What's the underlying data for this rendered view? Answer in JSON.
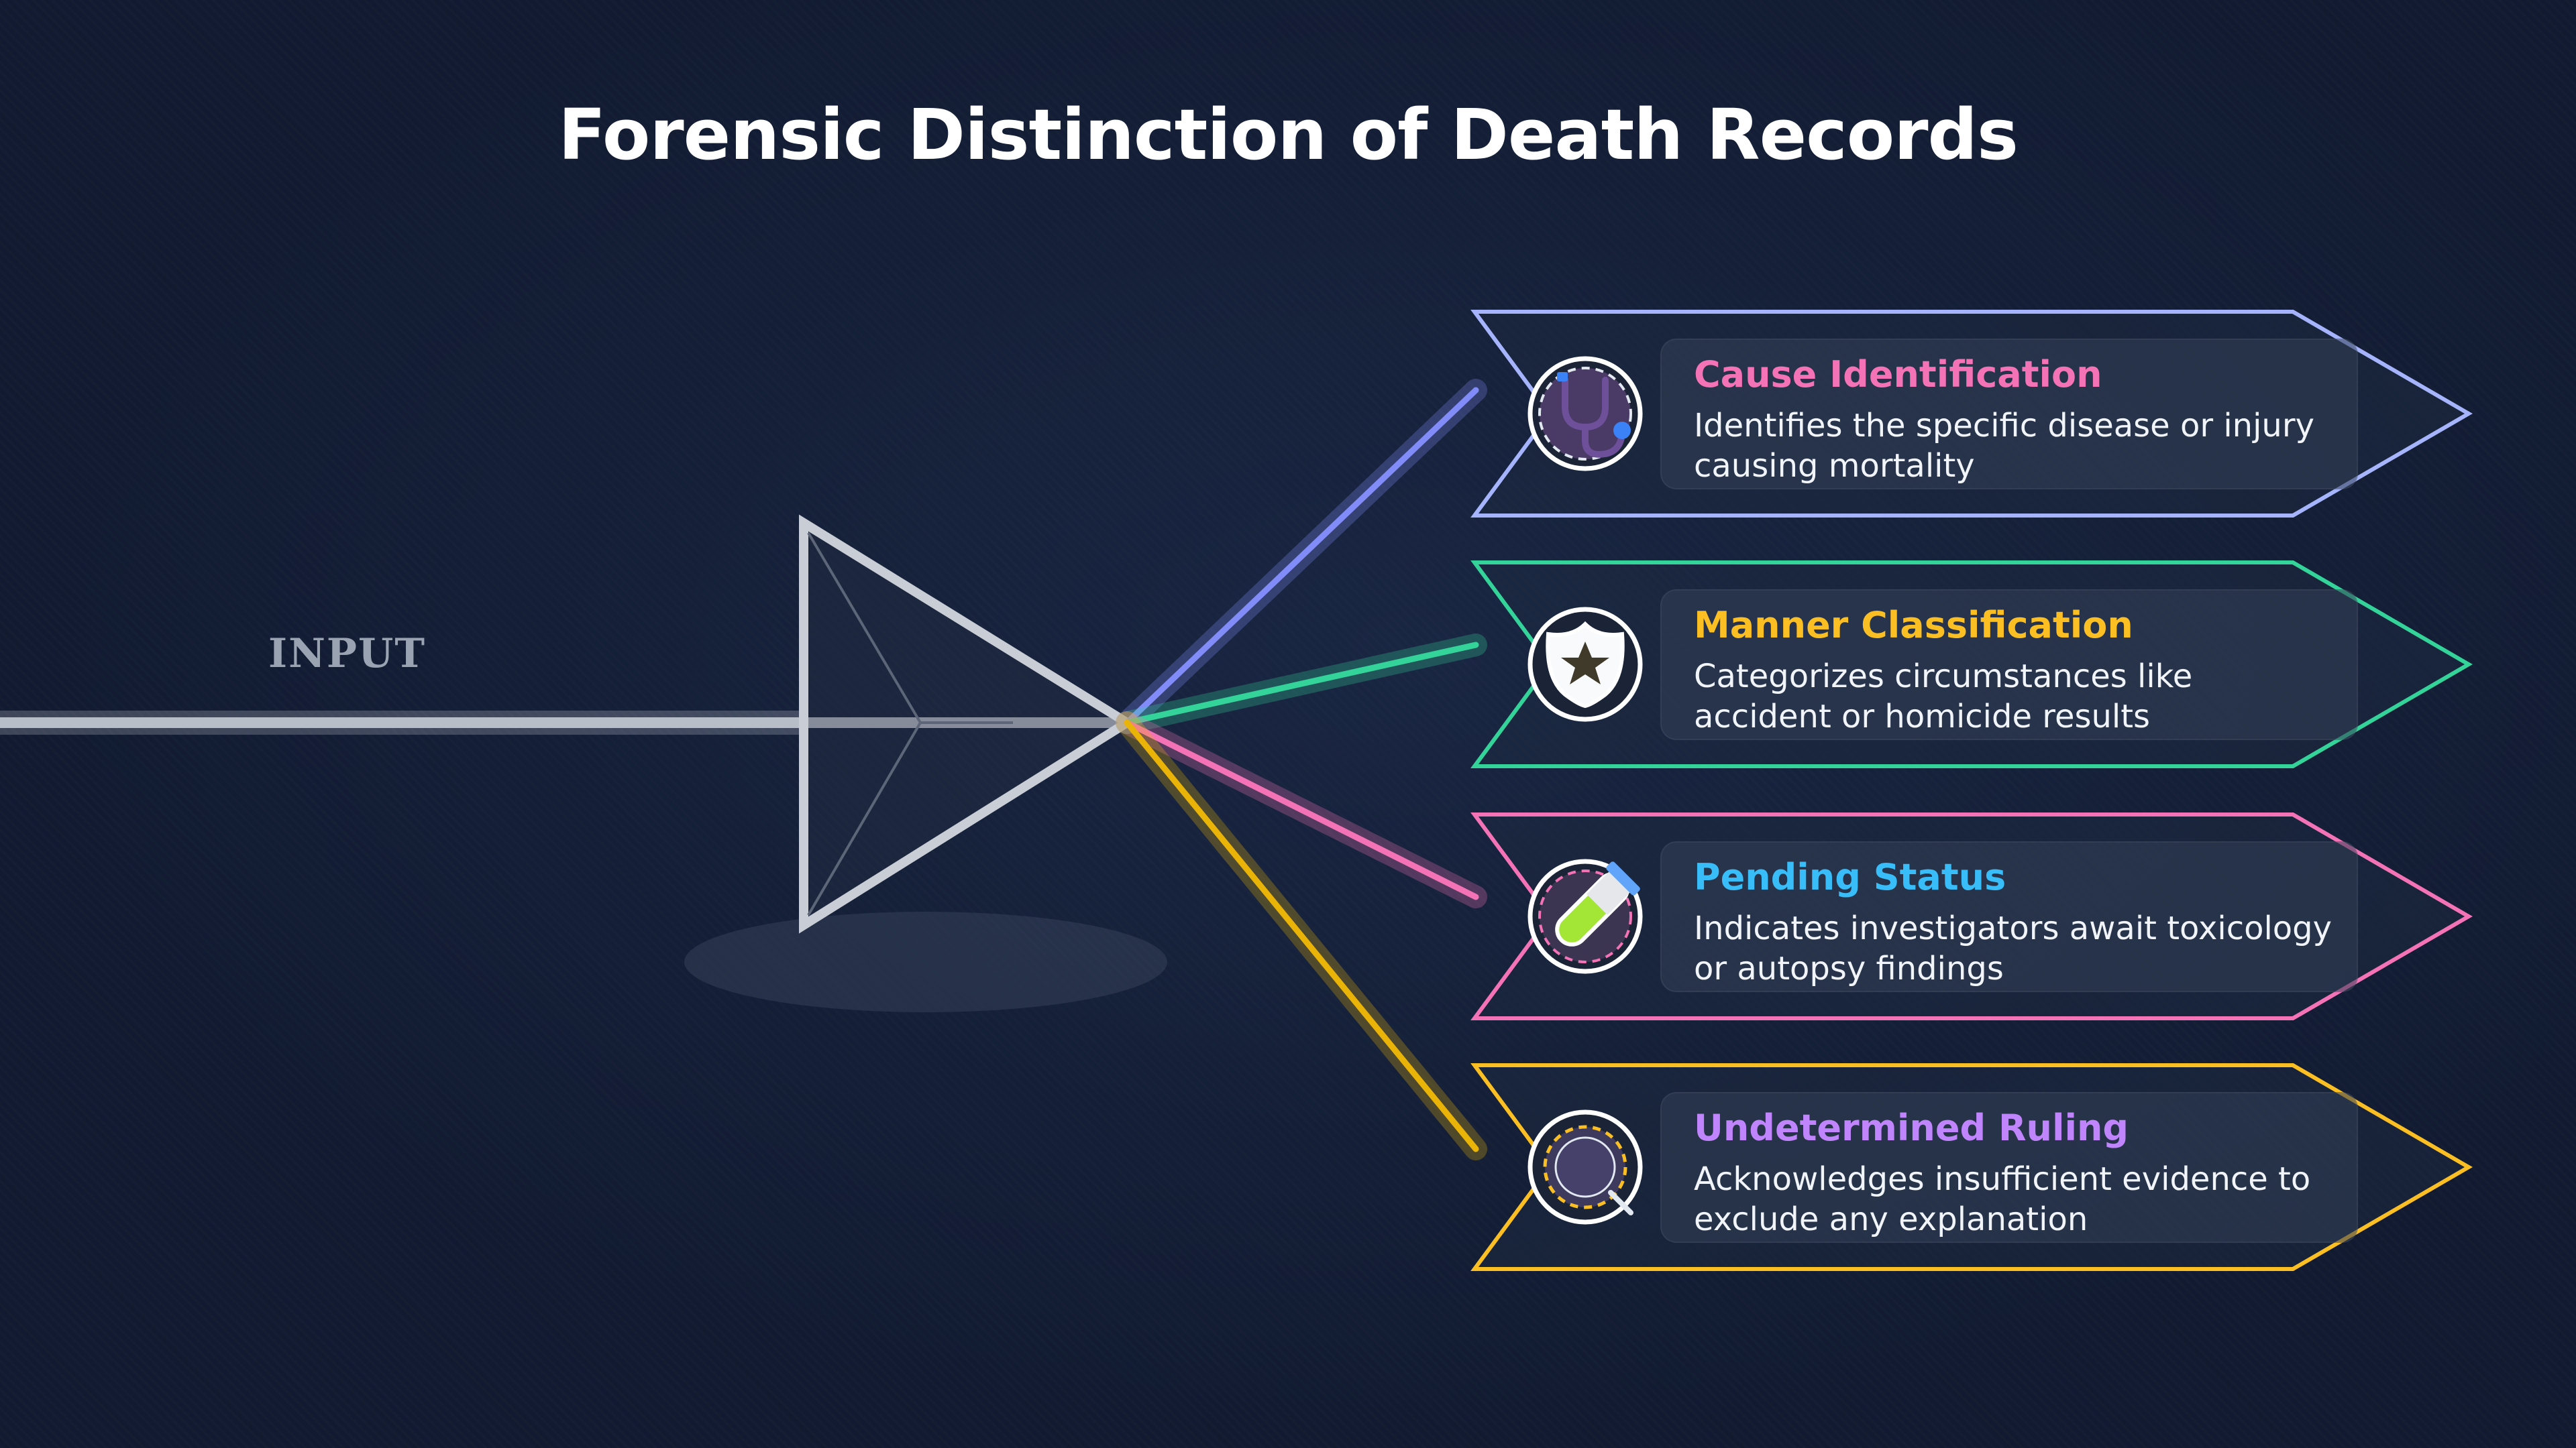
{
  "title": "Forensic Distinction of Death Records",
  "input_label": "INPUT",
  "outputs": [
    {
      "title": "Cause Identification",
      "description": "Identifies the specific disease or injury causing mortality",
      "title_color": "#f472b6",
      "ray_color": "#818cf8",
      "border_color": "#a5b4fc",
      "icon": "stethoscope-icon"
    },
    {
      "title": "Manner Classification",
      "description": "Categorizes circumstances like accident or homicide results",
      "title_color": "#fbbf24",
      "ray_color": "#34d399",
      "border_color": "#34d399",
      "icon": "badge-star-icon"
    },
    {
      "title": "Pending Status",
      "description": "Indicates investigators await toxicology or autopsy findings",
      "title_color": "#38bdf8",
      "ray_color": "#f472b6",
      "border_color": "#f472b6",
      "icon": "test-tube-icon"
    },
    {
      "title": "Undetermined Ruling",
      "description": "Acknowledges insufficient evidence to exclude any explanation",
      "title_color": "#c084fc",
      "ray_color": "#eab308",
      "border_color": "#fbbf24",
      "icon": "magnifier-icon"
    }
  ]
}
